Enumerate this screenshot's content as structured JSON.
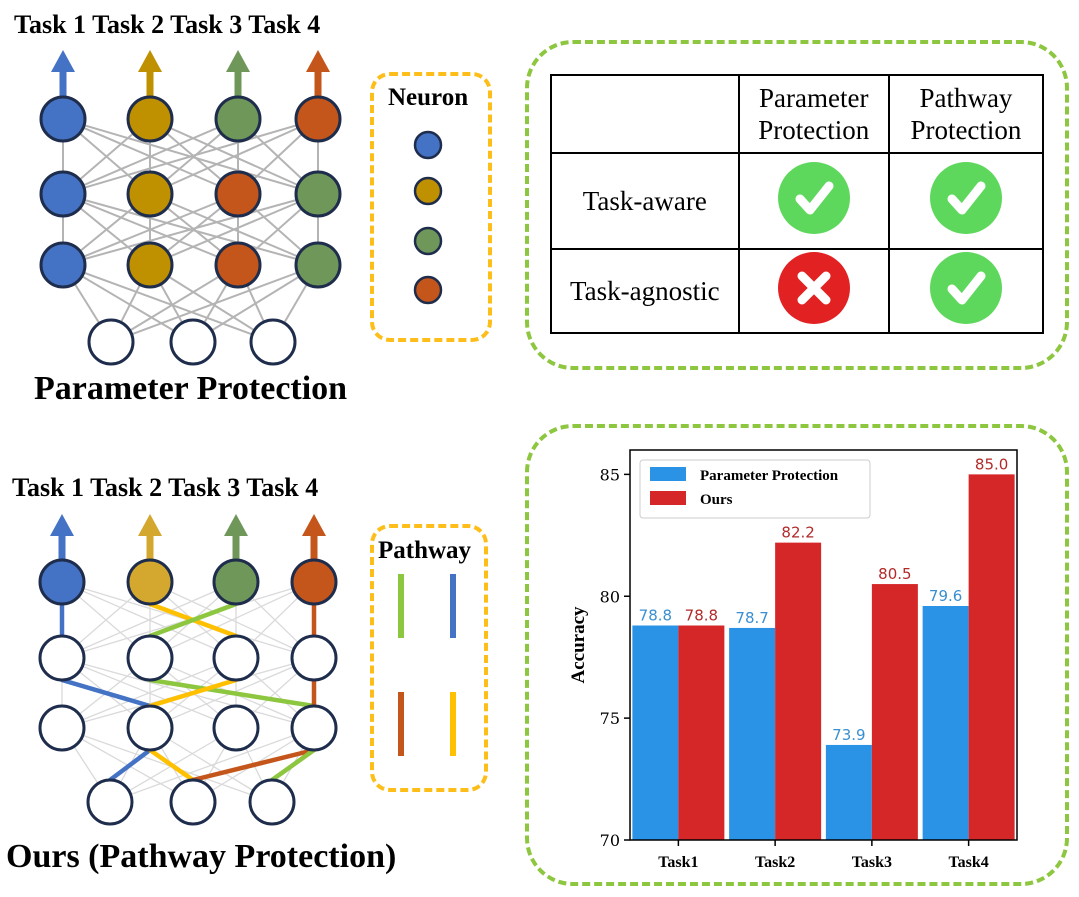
{
  "top": {
    "task_labels": [
      "Task 1",
      "Task 2",
      "Task 3",
      "Task 4"
    ],
    "title": "Parameter Protection",
    "legend_title": "Neuron",
    "neuron_colors": {
      "blue": "#4472C4",
      "gold": "#BF9000",
      "green": "#70975A",
      "orange": "#C5561B"
    }
  },
  "bottom": {
    "task_labels": [
      "Task 1",
      "Task 2",
      "Task 3",
      "Task 4"
    ],
    "title": "Ours (Pathway Protection)",
    "legend_title": "Pathway",
    "pathway_colors": {
      "green": "#8DC63F",
      "blue": "#4472C4",
      "brown": "#C5561B",
      "yellow": "#FFC000"
    }
  },
  "table": {
    "headers": [
      "",
      "Parameter Protection",
      "Pathway Protection"
    ],
    "header_lines": [
      [
        "Parameter",
        "Protection"
      ],
      [
        "Pathway",
        "Protection"
      ]
    ],
    "rows": [
      {
        "label": "Task-aware",
        "parameter": "check",
        "pathway": "check"
      },
      {
        "label": "Task-agnostic",
        "parameter": "cross",
        "pathway": "check"
      }
    ]
  },
  "chart_data": {
    "type": "bar",
    "categories": [
      "Task1",
      "Task2",
      "Task3",
      "Task4"
    ],
    "series": [
      {
        "name": "Parameter Protection",
        "values": [
          78.8,
          78.7,
          73.9,
          79.6
        ],
        "color": "#2B93E6",
        "labels": [
          "78.8",
          "78.7",
          "73.9",
          "79.6"
        ]
      },
      {
        "name": "Ours",
        "values": [
          78.8,
          82.2,
          80.5,
          85.0
        ],
        "color": "#D62728",
        "labels": [
          "78.8",
          "82.2",
          "80.5",
          "85.0"
        ]
      }
    ],
    "ylabel": "Accuracy",
    "xlabel": "",
    "ylim": [
      70,
      86
    ],
    "yticks": [
      "70",
      "75",
      "80",
      "85"
    ],
    "ytick_values": [
      70,
      75,
      80,
      85
    ],
    "legend_position": "top-left",
    "grid": false
  }
}
